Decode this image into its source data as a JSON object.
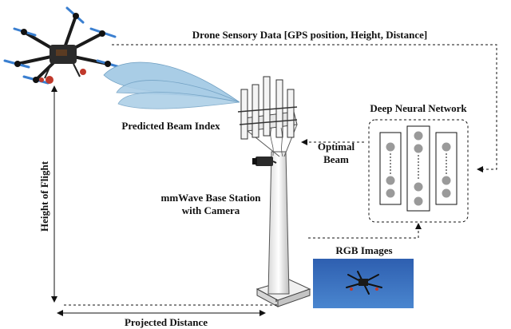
{
  "colors": {
    "ink": "#111111",
    "beam": "#a9cde6",
    "beam_edge": "#6f9fc2",
    "node": "#9a9a9a",
    "sky_top": "#2e5fb0",
    "sky_bottom": "#4a86cf",
    "drone_accent": "#c0392b",
    "propeller": "#3a7fd0"
  },
  "labels": {
    "sensory_data": "Drone Sensory Data [GPS position, Height, Distance]",
    "beam_index": "Predicted Beam Index",
    "dnn": "Deep Neural Network",
    "optimal_line1": "Optimal",
    "optimal_line2": "Beam",
    "base_station_line1": "mmWave Base Station",
    "base_station_line2": "with Camera",
    "height": "Height of Flight",
    "distance": "Projected Distance",
    "rgb": "RGB Images"
  },
  "icons": {
    "drone": "quadcopter-drone-icon",
    "tower": "cell-tower-icon",
    "camera": "camera-icon",
    "photo": "drone-photo-thumbnail"
  }
}
